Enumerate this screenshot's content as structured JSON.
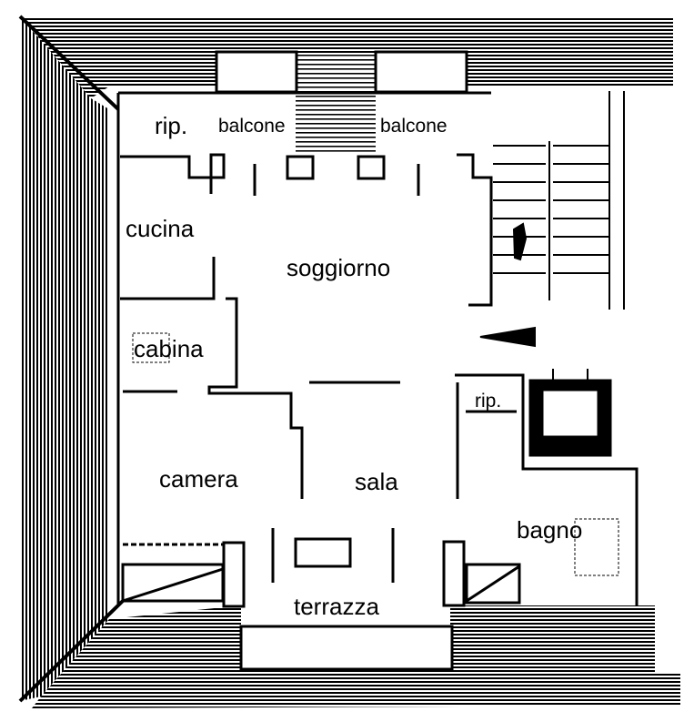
{
  "rooms": {
    "rip_top": "rip.",
    "balcone_left": "balcone",
    "balcone_right": "balcone",
    "cucina": "cucina",
    "soggiorno": "soggiorno",
    "cabina": "cabina",
    "rip_right": "rip.",
    "camera": "camera",
    "sala": "sala",
    "bagno": "bagno",
    "terrazza": "terrazza"
  },
  "colors": {
    "ink": "#000000",
    "paper": "#ffffff"
  }
}
